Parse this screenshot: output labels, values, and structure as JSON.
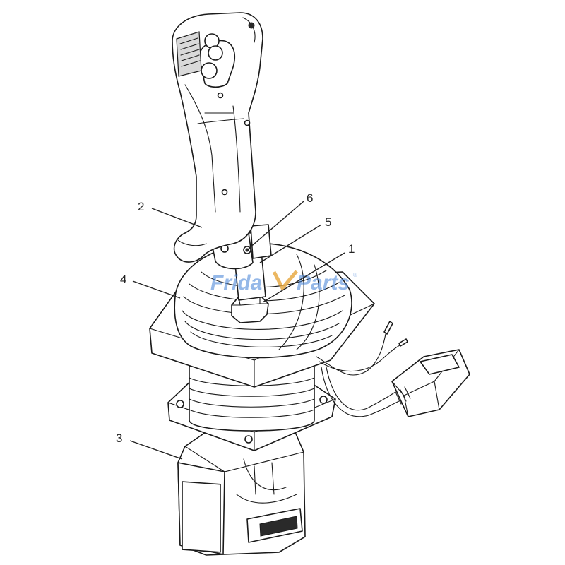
{
  "callouts": [
    {
      "id": "1",
      "label": "1"
    },
    {
      "id": "2",
      "label": "2"
    },
    {
      "id": "3",
      "label": "3"
    },
    {
      "id": "4",
      "label": "4"
    },
    {
      "id": "5",
      "label": "5"
    },
    {
      "id": "6",
      "label": "6"
    }
  ],
  "watermark": {
    "text_part1": "Frida",
    "text_part2": "Parts",
    "reg_mark": "®",
    "color": "#3f7fd6"
  }
}
